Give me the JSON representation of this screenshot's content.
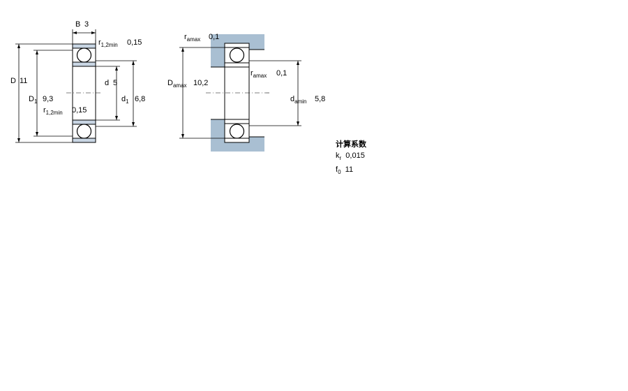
{
  "left_view": {
    "B": {
      "sym": "B",
      "val": "3"
    },
    "D": {
      "sym": "D",
      "val": "11"
    },
    "D1": {
      "sym": "D",
      "sub": "1",
      "val": "9,3"
    },
    "d": {
      "sym": "d",
      "val": "5"
    },
    "d1": {
      "sym": "d",
      "sub": "1",
      "val": "6,8"
    },
    "r_top": {
      "sym": "r",
      "sub": "1,2min",
      "val": "0,15"
    },
    "r_mid": {
      "sym": "r",
      "sub": "1,2min",
      "val": "0,15"
    }
  },
  "right_view": {
    "ra_top": {
      "sym": "r",
      "sub": "amax",
      "val": "0,1"
    },
    "ra_mid": {
      "sym": "r",
      "sub": "amax",
      "val": "0,1"
    },
    "Da": {
      "sym": "D",
      "sub": "amax",
      "val": "10,2"
    },
    "da": {
      "sym": "d",
      "sub": "amin",
      "val": "5,8"
    }
  },
  "calc": {
    "heading": "计算系数",
    "kr": {
      "sym": "k",
      "sub": "r",
      "val": "0,015"
    },
    "f0": {
      "sym": "f",
      "sub": "0",
      "val": "11"
    }
  },
  "colors": {
    "ring": "#c9d6e4",
    "shade": "#a9bfd2",
    "line": "#000000"
  }
}
